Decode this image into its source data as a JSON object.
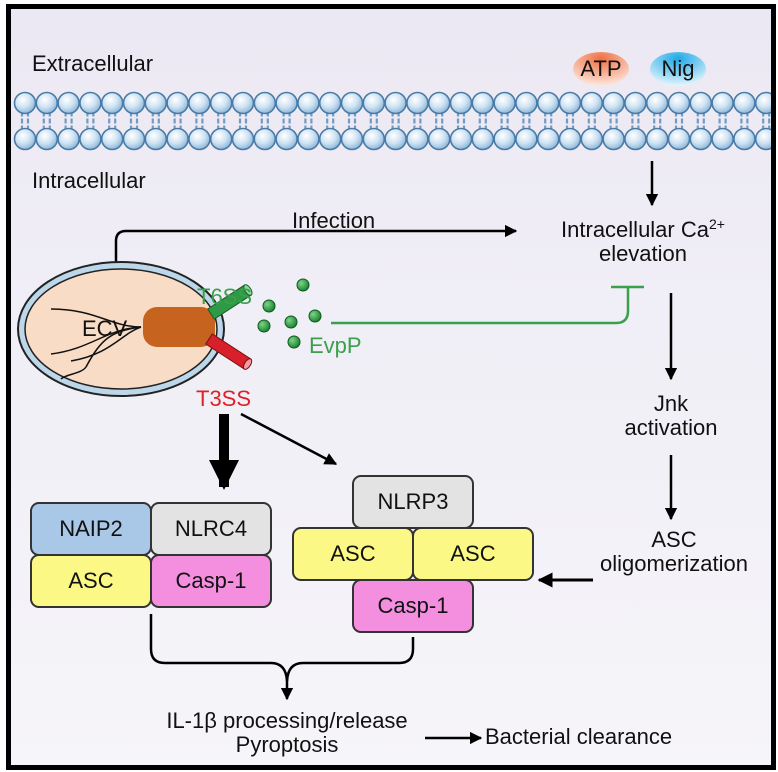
{
  "regions": {
    "extracellular": "Extracellular",
    "intracellular": "Intracellular"
  },
  "stimuli": {
    "atp": "ATP",
    "nig": "Nig"
  },
  "bacterium": {
    "ecv": "ECV",
    "t6ss": "T6SS",
    "t3ss": "T3SS",
    "evpp": "EvpP"
  },
  "pathway": {
    "infection": "Infection",
    "calcium_line1": "Intracellular Ca",
    "calcium_sup": "2+",
    "calcium_line2": "elevation",
    "jnk_line1": "Jnk",
    "jnk_line2": "activation",
    "asc_olig_line1": "ASC",
    "asc_olig_line2": "oligomerization"
  },
  "nlrc4_inflammasome": {
    "naip2": "NAIP2",
    "nlrc4": "NLRC4",
    "asc": "ASC",
    "casp1": "Casp-1"
  },
  "nlrp3_inflammasome": {
    "nlrp3": "NLRP3",
    "asc_left": "ASC",
    "asc_right": "ASC",
    "casp1": "Casp-1"
  },
  "outcome": {
    "line1": "IL-1β processing/release",
    "line2": "Pyroptosis",
    "clearance": "Bacterial clearance"
  },
  "colors": {
    "t6ss": "#3aa04a",
    "t3ss": "#e02028",
    "naip2": "#a9c7e6",
    "nlr": "#e3e3e3",
    "asc": "#fbf886",
    "casp1": "#f48fe0",
    "atp": "#f08a5d",
    "nig": "#3cb4e8"
  }
}
